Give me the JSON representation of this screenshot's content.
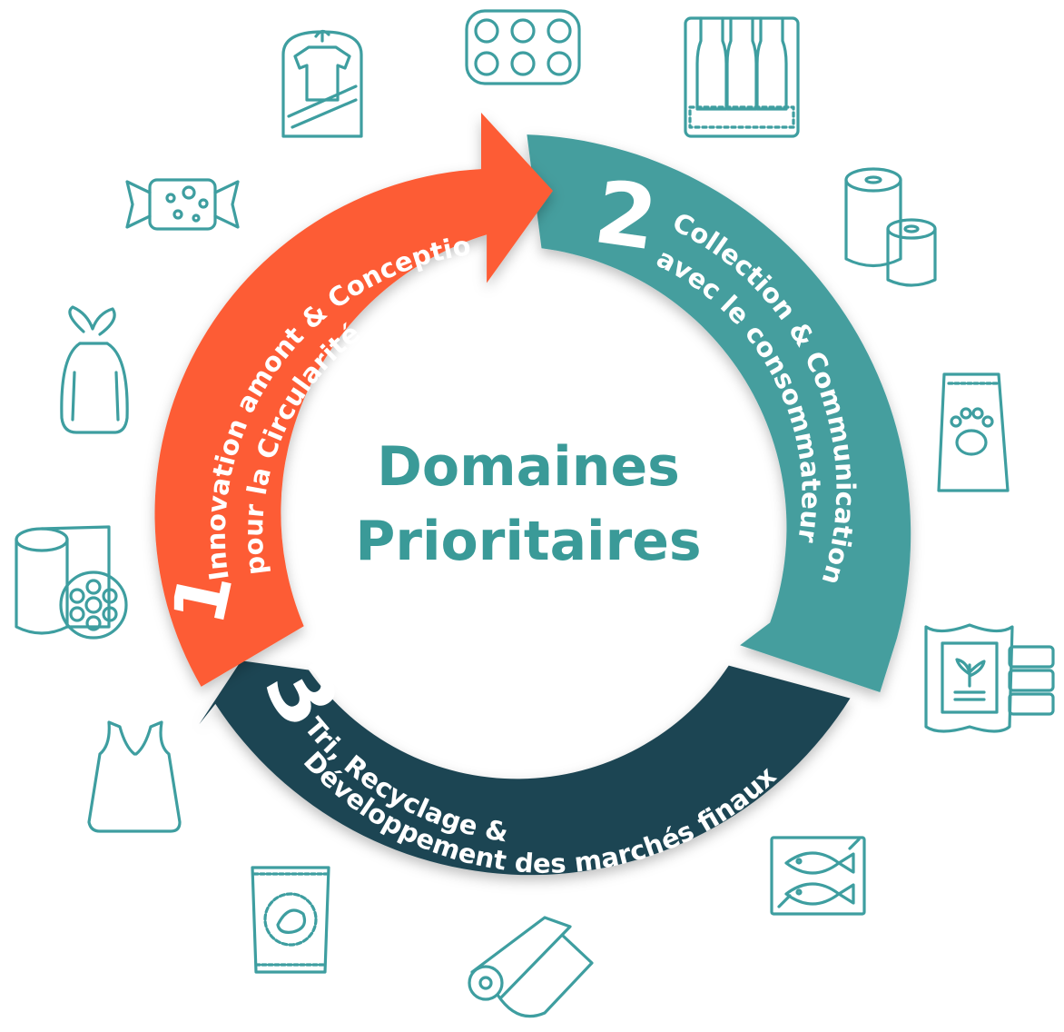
{
  "title": {
    "line1": "Domaines",
    "line2": "Prioritaires"
  },
  "segments": [
    {
      "number": "1",
      "line1": "Innovation amont & Conception",
      "line2": "pour la Circularité",
      "color": "#fd5c34"
    },
    {
      "number": "2",
      "line1": "Collection & Communication",
      "line2": "avec le consommateur",
      "color": "#449e9e"
    },
    {
      "number": "3",
      "line1": "Tri, Recyclage &",
      "line2": "Développement des marchés finaux",
      "color": "#1f4552"
    }
  ],
  "icon_color": "#3e9ea0",
  "icons": [
    "garment-bag-icon",
    "six-pack-ring-icon",
    "bottle-carrier-icon",
    "paper-towel-rolls-icon",
    "pet-food-bag-icon",
    "seed-bag-icon",
    "fish-tray-icon",
    "plastic-film-roll-icon",
    "chip-bag-icon",
    "shopping-bag-icon",
    "textile-rolls-icon",
    "bread-bag-icon",
    "candy-wrapper-icon"
  ]
}
